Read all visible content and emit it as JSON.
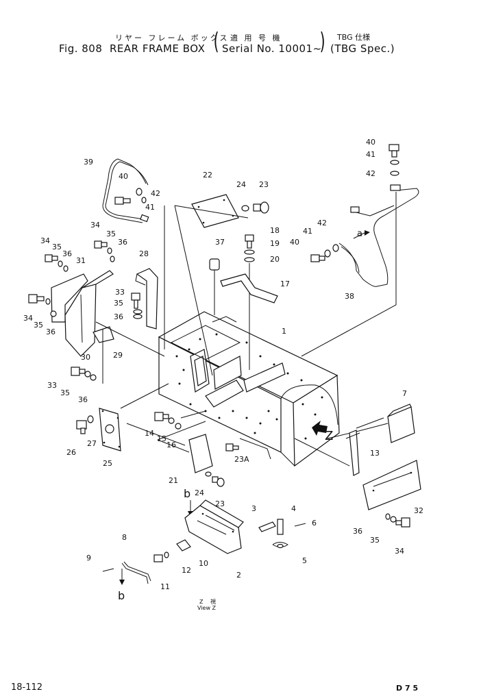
{
  "header": {
    "jp_title": "リヤー フレーム ボックス",
    "jp_applicable": "適 用 号 機",
    "jp_tbg": "TBG 仕様",
    "fig_label": "Fig. 808",
    "title": "REAR FRAME BOX",
    "serial": "Serial No. 10001~",
    "spec": "(TBG Spec.)"
  },
  "view": {
    "arrow_letter": "Z",
    "jp_label": "Z 視",
    "en_label": "View Z"
  },
  "refs": {
    "a": "a",
    "b_top": "b",
    "b_bottom": "b"
  },
  "footer": {
    "page": "18-112",
    "model": "D 7 5"
  },
  "callouts": [
    "1",
    "2",
    "3",
    "4",
    "5",
    "6",
    "7",
    "8",
    "9",
    "10",
    "11",
    "12",
    "13",
    "14",
    "15",
    "16",
    "17",
    "18",
    "19",
    "20",
    "21",
    "22",
    "23",
    "23A",
    "24",
    "25",
    "26",
    "27",
    "28",
    "29",
    "30",
    "31",
    "32",
    "33",
    "34",
    "35",
    "36",
    "37",
    "38",
    "39",
    "40",
    "41",
    "42"
  ]
}
